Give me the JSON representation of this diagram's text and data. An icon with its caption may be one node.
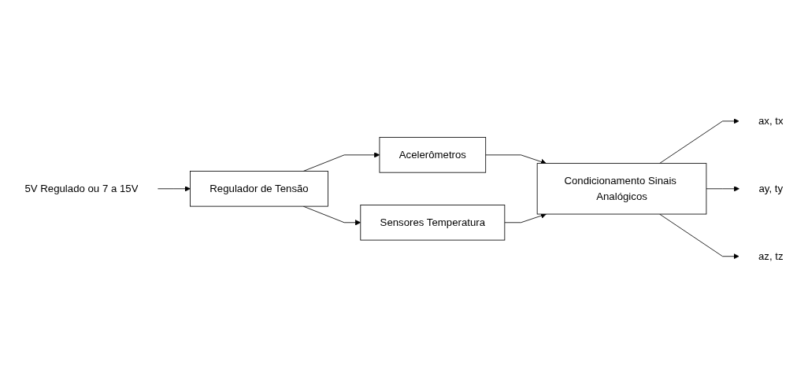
{
  "diagram": {
    "nodes": [
      {
        "text": [
          "Acelerômetros"
        ]
      },
      {
        "text": [
          "Sensores Temperatura"
        ]
      },
      {
        "text": [
          "Condicionamento Sinais Analógicos"
        ]
      },
      {
        "text": [
          "ax, tx"
        ]
      },
      {
        "text": [
          "ay, ty"
        ]
      },
      {
        "text": [
          "az, tz"
        ]
      },
      {
        "text": [
          "Regulador de Tensão"
        ]
      },
      {
        "text": [
          "5V Regulado ou 7 a 15V"
        ]
      }
    ],
    "edges": [
      {
        "from": 0,
        "to": 2,
        "arrow": "to"
      },
      {
        "from": 1,
        "to": 2,
        "arrow": "to"
      },
      {
        "from": 2,
        "to": 3,
        "arrow": "to"
      },
      {
        "from": 2,
        "to": 4,
        "arrow": "to"
      },
      {
        "from": 2,
        "to": 5,
        "arrow": "to"
      },
      {
        "from": 7,
        "to": 6,
        "arrow": "to"
      },
      {
        "from": 6,
        "to": 0,
        "arrow": "to"
      },
      {
        "from": 6,
        "to": 1,
        "arrow": "to"
      }
    ]
  }
}
